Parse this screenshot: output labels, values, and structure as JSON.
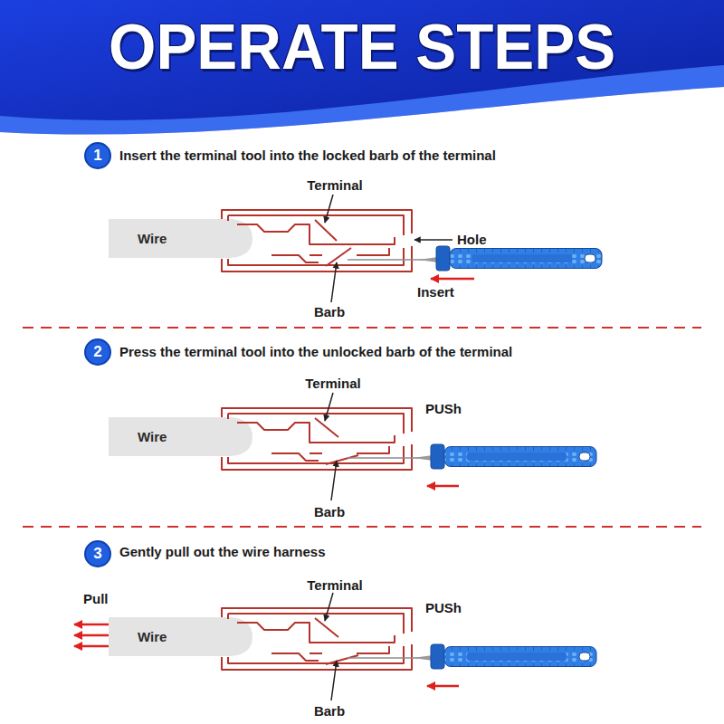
{
  "diagram": {
    "title": "OPERATE STEPS",
    "nodes": [
      {
        "text": [
          "1"
        ]
      },
      {
        "text": [
          "Wire"
        ]
      },
      {
        "text": [
          "2"
        ]
      },
      {
        "text": [
          "Wire"
        ]
      },
      {
        "text": [
          "3"
        ]
      },
      {
        "text": [
          "Wire"
        ]
      }
    ],
    "labels": [
      "Insert the terminal tool into the locked barb of the terminal",
      "Terminal",
      "Hole",
      "Insert",
      "Barb",
      "Press the terminal tool into the unlocked barb of the terminal",
      "Terminal",
      "PUSh",
      "Barb",
      "Gently pull out the wire harness",
      "Pull",
      "Terminal",
      "PUSh",
      "Barb"
    ]
  }
}
